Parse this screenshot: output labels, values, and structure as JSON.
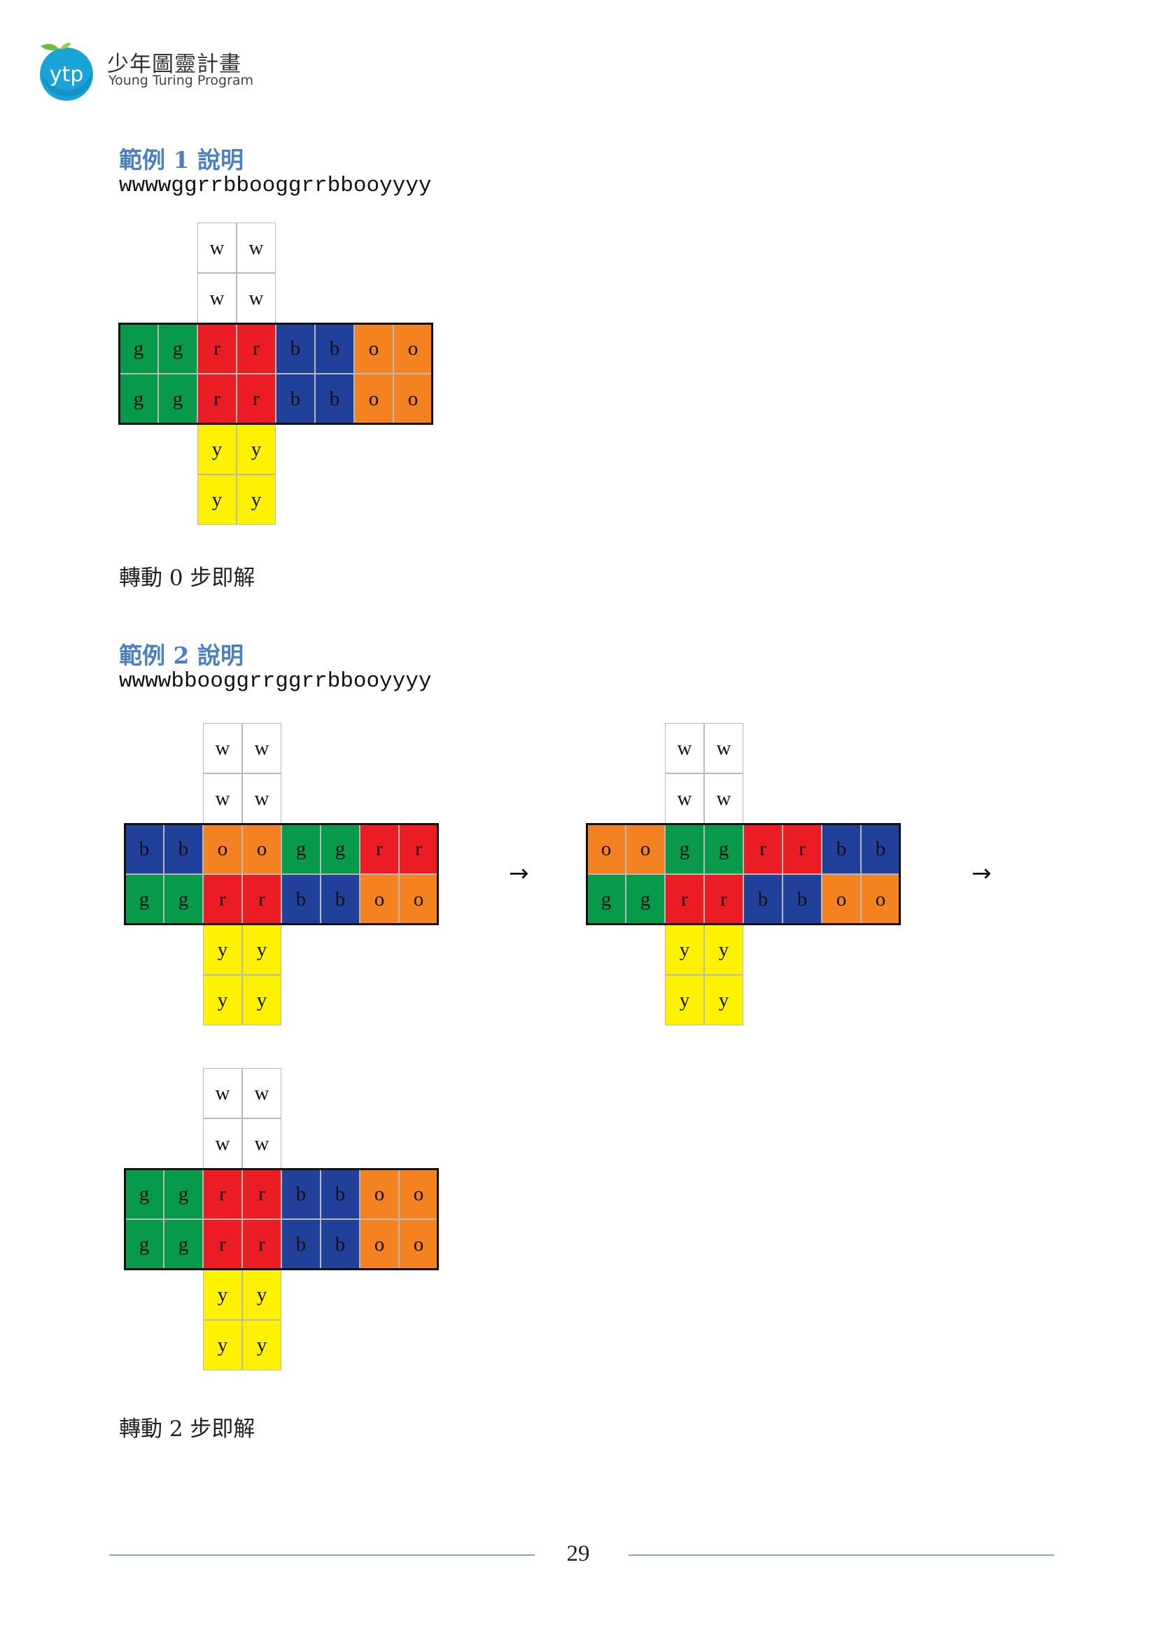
{
  "header": {
    "logo_mark_text": "ytp",
    "logo_title": "少年圖靈計畫",
    "logo_subtitle": "Young Turing Program"
  },
  "colors": {
    "w": "#ffffff",
    "g": "#069a4a",
    "r": "#ec1c24",
    "b": "#21409a",
    "o": "#f58220",
    "y": "#fff200",
    "heading": "#4b7fc3",
    "rule": "#7ea7d8"
  },
  "example1": {
    "heading": "範例 1 說明",
    "input": "wwwwggrrbbooggrrbbooyyyy",
    "net": {
      "top": [
        [
          "w",
          "w"
        ],
        [
          "w",
          "w"
        ]
      ],
      "middle": [
        [
          "g",
          "g",
          "r",
          "r",
          "b",
          "b",
          "o",
          "o"
        ],
        [
          "g",
          "g",
          "r",
          "r",
          "b",
          "b",
          "o",
          "o"
        ]
      ],
      "bottom": [
        [
          "y",
          "y"
        ],
        [
          "y",
          "y"
        ]
      ]
    },
    "result": "轉動 0 步即解"
  },
  "example2": {
    "heading": "範例 2 說明",
    "input": "wwwwbbooggrrggrrbbooyyyy",
    "nets": [
      {
        "top": [
          [
            "w",
            "w"
          ],
          [
            "w",
            "w"
          ]
        ],
        "middle": [
          [
            "b",
            "b",
            "o",
            "o",
            "g",
            "g",
            "r",
            "r"
          ],
          [
            "g",
            "g",
            "r",
            "r",
            "b",
            "b",
            "o",
            "o"
          ]
        ],
        "bottom": [
          [
            "y",
            "y"
          ],
          [
            "y",
            "y"
          ]
        ]
      },
      {
        "top": [
          [
            "w",
            "w"
          ],
          [
            "w",
            "w"
          ]
        ],
        "middle": [
          [
            "o",
            "o",
            "g",
            "g",
            "r",
            "r",
            "b",
            "b"
          ],
          [
            "g",
            "g",
            "r",
            "r",
            "b",
            "b",
            "o",
            "o"
          ]
        ],
        "bottom": [
          [
            "y",
            "y"
          ],
          [
            "y",
            "y"
          ]
        ]
      },
      {
        "top": [
          [
            "w",
            "w"
          ],
          [
            "w",
            "w"
          ]
        ],
        "middle": [
          [
            "g",
            "g",
            "r",
            "r",
            "b",
            "b",
            "o",
            "o"
          ],
          [
            "g",
            "g",
            "r",
            "r",
            "b",
            "b",
            "o",
            "o"
          ]
        ],
        "bottom": [
          [
            "y",
            "y"
          ],
          [
            "y",
            "y"
          ]
        ]
      }
    ],
    "arrows": [
      "→",
      "→"
    ],
    "result": "轉動 2 步即解"
  },
  "footer": {
    "page_number": "29"
  }
}
